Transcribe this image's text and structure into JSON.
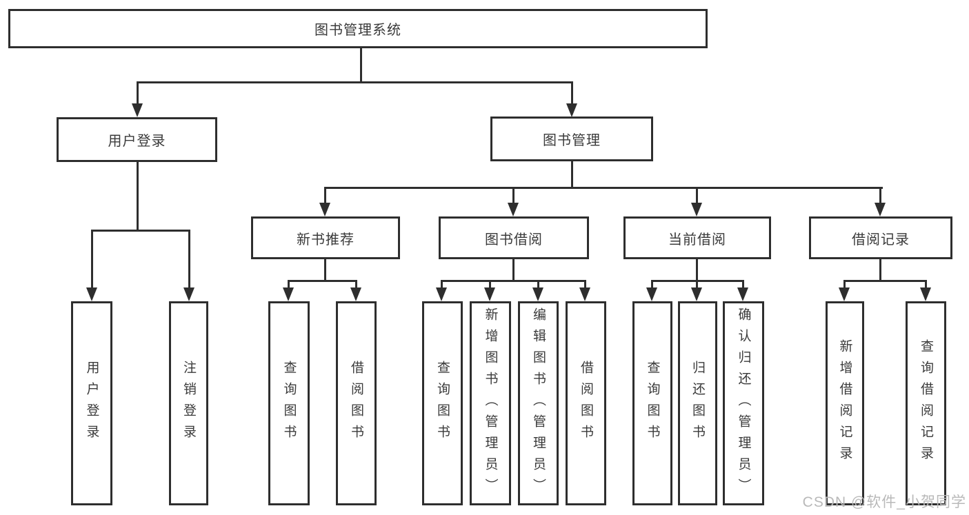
{
  "colors": {
    "line": "#2e2e2e",
    "node_text": "#3a3a3a",
    "watermark_text": "#b9b9b9",
    "background": "#ffffff"
  },
  "tree": {
    "root": {
      "label": "图书管理系统"
    },
    "branches": [
      {
        "label": "用户登录",
        "children": [
          {
            "label": "用户登录"
          },
          {
            "label": "注销登录"
          }
        ]
      },
      {
        "label": "图书管理",
        "children": [
          {
            "label": "新书推荐",
            "children": [
              {
                "label": "查询图书"
              },
              {
                "label": "借阅图书"
              }
            ]
          },
          {
            "label": "图书借阅",
            "children": [
              {
                "label": "查询图书"
              },
              {
                "label": "新增图书（管理员）"
              },
              {
                "label": "编辑图书（管理员）"
              },
              {
                "label": "借阅图书"
              }
            ]
          },
          {
            "label": "当前借阅",
            "children": [
              {
                "label": "查询图书"
              },
              {
                "label": "归还图书"
              },
              {
                "label": "确认归还（管理员）"
              }
            ]
          },
          {
            "label": "借阅记录",
            "children": [
              {
                "label": "新增借阅记录"
              },
              {
                "label": "查询借阅记录"
              }
            ]
          }
        ]
      }
    ]
  },
  "watermark": {
    "text": "CSDN @软件_小贺同学"
  }
}
